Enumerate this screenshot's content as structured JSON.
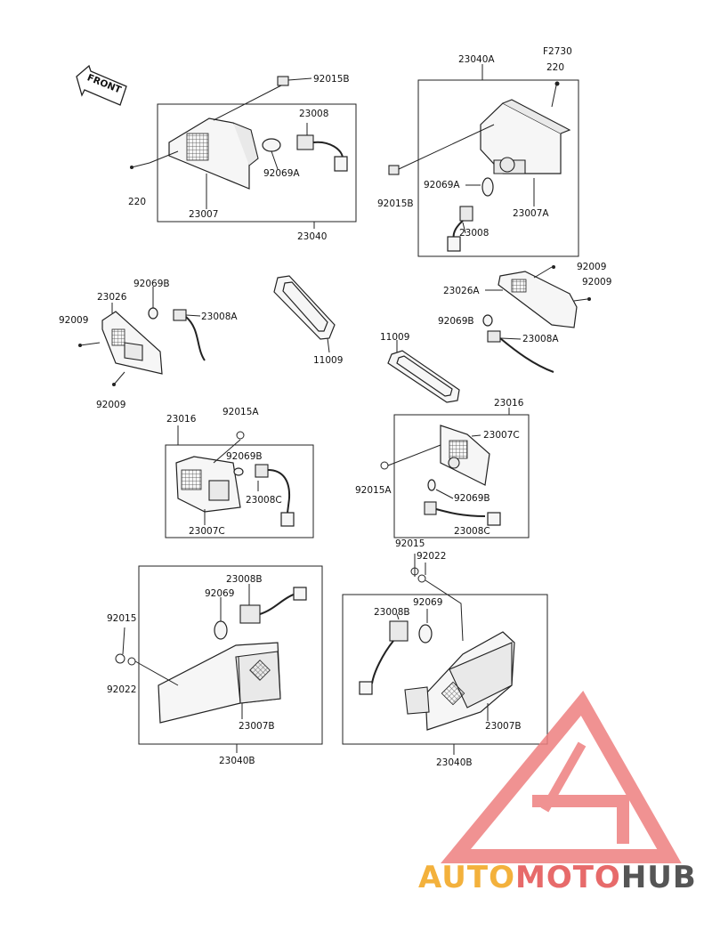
{
  "diagram": {
    "front_label": "FRONT",
    "ref_code": "F2730",
    "labels": {
      "p92015B_a": "92015B",
      "p23008_a": "23008",
      "p92069A_a": "92069A",
      "p220_a": "220",
      "p23007": "23007",
      "p23040": "23040",
      "p23040A": "23040A",
      "p220_b": "220",
      "p92069A_b": "92069A",
      "p92015B_b": "92015B",
      "p23007A": "23007A",
      "p23008_b": "23008",
      "p92069B_a": "92069B",
      "p23026": "23026",
      "p23008A_a": "23008A",
      "p92009_a": "92009",
      "p92009_b": "92009",
      "p11009_a": "11009",
      "p92009_c": "92009",
      "p92009_d": "92009",
      "p23026A": "23026A",
      "p92069B_b": "92069B",
      "p23008A_b": "23008A",
      "p11009_b": "11009",
      "p23016_a": "23016",
      "p92015A_a": "92015A",
      "p92069B_c": "92069B",
      "p23008C_a": "23008C",
      "p23007C_a": "23007C",
      "p23016_b": "23016",
      "p23007C_b": "23007C",
      "p92015A_b": "92015A",
      "p92069B_d": "92069B",
      "p23008C_b": "23008C",
      "p92015_a": "92015",
      "p92022_a": "92022",
      "p23008B_a": "23008B",
      "p92069_a": "92069",
      "p92015_b": "92015",
      "p92022_b": "92022",
      "p23007B_a": "23007B",
      "p23040B_a": "23040B",
      "p23008B_b": "23008B",
      "p92069_b": "92069",
      "p23007B_b": "23007B",
      "p23040B_b": "23040B"
    }
  },
  "watermark": {
    "part1": "AUTO",
    "part2": "MOTO",
    "part3": "HUB",
    "colors": {
      "auto": "#f3b13c",
      "moto": "#e76a6a",
      "hub": "#555555",
      "triangle": "#ee7f7f"
    }
  }
}
